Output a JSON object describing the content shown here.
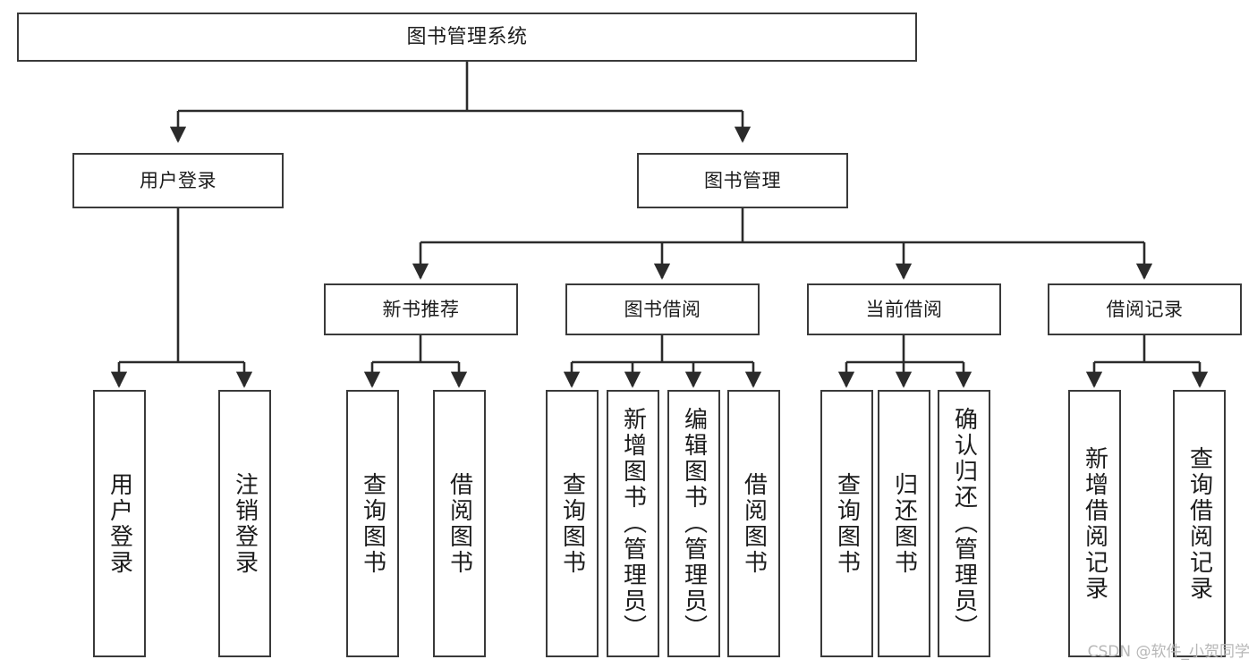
{
  "diagram": {
    "type": "tree-hierarchy",
    "title": "图书管理系统",
    "watermark": "CSDN @软件_小贺同学",
    "colors": {
      "box_border": "#3a3a3a",
      "box_fill": "#ffffff",
      "edge": "#2b2b2b",
      "text": "#1c1c1c",
      "watermark": "#b7b7b7",
      "background": "#ffffff"
    },
    "nodes": {
      "root": {
        "label": "图书管理系统",
        "level": 1,
        "orientation": "horizontal"
      },
      "level2": [
        {
          "id": "user-login",
          "label": "用户登录",
          "orientation": "horizontal"
        },
        {
          "id": "book-manage",
          "label": "图书管理",
          "orientation": "horizontal"
        }
      ],
      "level3": [
        {
          "id": "new-book-recommend",
          "label": "新书推荐",
          "orientation": "horizontal"
        },
        {
          "id": "book-borrow",
          "label": "图书借阅",
          "orientation": "horizontal"
        },
        {
          "id": "current-borrow",
          "label": "当前借阅",
          "orientation": "horizontal"
        },
        {
          "id": "borrow-record",
          "label": "借阅记录",
          "orientation": "horizontal"
        }
      ],
      "leaves": [
        {
          "id": "leaf-user-login",
          "label": "用户登录",
          "parent": "user-login",
          "orientation": "vertical"
        },
        {
          "id": "leaf-logout",
          "label": "注销登录",
          "parent": "user-login",
          "orientation": "vertical"
        },
        {
          "id": "leaf-query-book-1",
          "label": "查询图书",
          "parent": "new-book-recommend",
          "orientation": "vertical"
        },
        {
          "id": "leaf-borrow-book-1",
          "label": "借阅图书",
          "parent": "new-book-recommend",
          "orientation": "vertical"
        },
        {
          "id": "leaf-query-book-2",
          "label": "查询图书",
          "parent": "book-borrow",
          "orientation": "vertical"
        },
        {
          "id": "leaf-add-book",
          "label": "新增图书（管理员）",
          "parent": "book-borrow",
          "orientation": "vertical"
        },
        {
          "id": "leaf-edit-book",
          "label": "编辑图书（管理员）",
          "parent": "book-borrow",
          "orientation": "vertical"
        },
        {
          "id": "leaf-borrow-book-2",
          "label": "借阅图书",
          "parent": "book-borrow",
          "orientation": "vertical"
        },
        {
          "id": "leaf-query-book-3",
          "label": "查询图书",
          "parent": "current-borrow",
          "orientation": "vertical"
        },
        {
          "id": "leaf-return-book",
          "label": "归还图书",
          "parent": "current-borrow",
          "orientation": "vertical"
        },
        {
          "id": "leaf-confirm-return",
          "label": "确认归还（管理员）",
          "parent": "current-borrow",
          "orientation": "vertical"
        },
        {
          "id": "leaf-add-record",
          "label": "新增借阅记录",
          "parent": "borrow-record",
          "orientation": "vertical"
        },
        {
          "id": "leaf-query-record",
          "label": "查询借阅记录",
          "parent": "borrow-record",
          "orientation": "vertical"
        }
      ]
    }
  }
}
